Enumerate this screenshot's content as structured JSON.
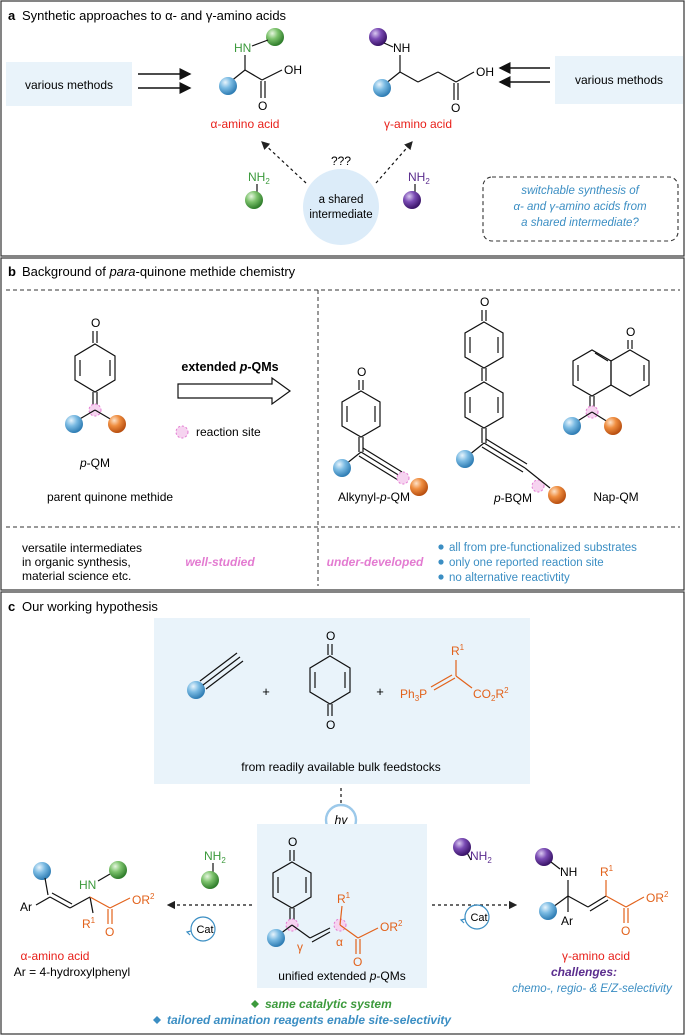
{
  "colors": {
    "blue_ball": "#5aa6d6",
    "green_ball": "#55a84d",
    "purple_ball": "#5b2d8e",
    "orange_ball": "#e0762a",
    "red_text": "#e8201a",
    "blue_text": "#3b8ec3",
    "green_text": "#3c9a3c",
    "purple_text": "#5b2d8e",
    "pink": "#e37bd1",
    "panel_bg": "#e9f3fa",
    "orange_chem": "#e2621b"
  },
  "panel_a": {
    "letter": "a",
    "title": "Synthetic approaches to α- and γ-amino acids",
    "various_left": "various methods",
    "various_right": "various methods",
    "alpha_label": "α-amino acid",
    "gamma_label": "γ-amino acid",
    "unknown": "???",
    "shared_1": "a shared",
    "shared_2": "intermediate",
    "nh2": "NH",
    "nh2_sub": "2",
    "hn": "HN",
    "nh": "NH",
    "oh": "OH",
    "o": "O",
    "box_1": "switchable synthesis of",
    "box_2": "α- and γ-amino acids from",
    "box_3": "a shared intermediate?"
  },
  "panel_b": {
    "letter": "b",
    "title_pre": "Background of ",
    "title_it": "para",
    "title_post": "-quinone methide chemistry",
    "pqm": "-QM",
    "pqm_it": "p",
    "parent": "parent quinone methide",
    "extended_pre": "extended ",
    "extended_it": "p",
    "extended_post": "-QMs",
    "reaction_site": "reaction site",
    "alkynyl_pre": "Alkynyl-",
    "alkynyl_it": "p",
    "alkynyl_post": "-QM",
    "pbqm_it": "p",
    "pbqm_post": "-BQM",
    "napqm": "Nap-QM",
    "o": "O",
    "versatile_1": "versatile intermediates",
    "versatile_2": "in organic synthesis,",
    "versatile_3": "material science etc.",
    "well_studied": "well-studied",
    "under_developed": "under-developed",
    "bullets": [
      "all from pre-functionalized substrates",
      "only one reported reaction site",
      "no alternative reactivtity"
    ]
  },
  "panel_c": {
    "letter": "c",
    "title": "Our working hypothesis",
    "plus": "+",
    "r1": "R",
    "r1_sup": "1",
    "ph3p": "Ph",
    "ph3p_sub": "3",
    "ph3p_p": "P",
    "co2r2": "CO",
    "co2r2_sub": "2",
    "co2r2_r": "R",
    "co2r2_sup": "2",
    "feedstocks": "from readily available bulk feedstocks",
    "hv": "hv",
    "o": "O",
    "or2": "OR",
    "or2_sup": "2",
    "gamma": "γ",
    "alpha": "α",
    "unified_pre": "unified extended ",
    "unified_it": "p",
    "unified_post": "-QMs",
    "nh2": "NH",
    "nh2_sub": "2",
    "hn": "HN",
    "nh": "NH",
    "ar": "Ar",
    "cat": "Cat",
    "alpha_label": "α-amino acid",
    "ar_def": "Ar = 4-hydroxylphenyl",
    "gamma_label": "γ-amino acid",
    "challenges": "challenges:",
    "challenges_detail": "chemo-, regio- & E/Z-selectivity",
    "note_1": "same catalytic system",
    "note_2": "tailored amination reagents enable site-selectivity"
  }
}
